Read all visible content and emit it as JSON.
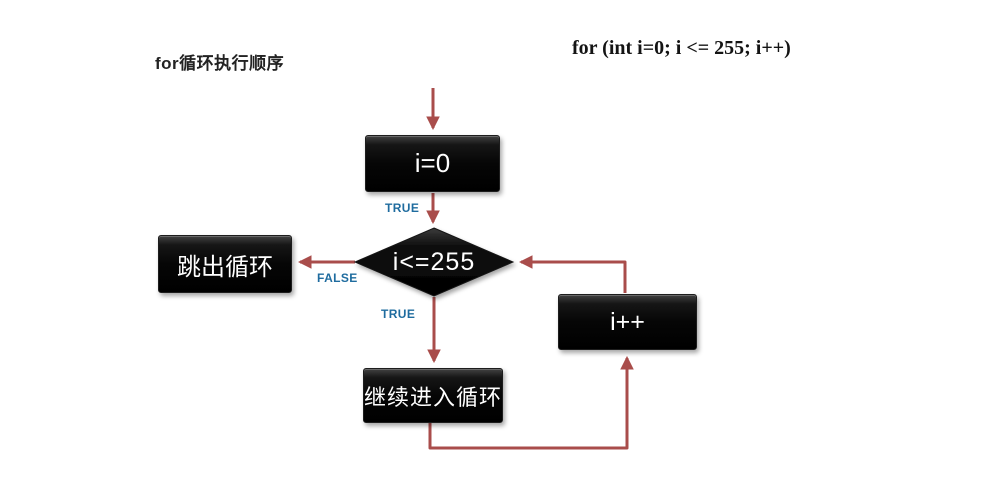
{
  "header": {
    "title": "for循环执行顺序",
    "code": "for (int i=0; i <= 255; i++)"
  },
  "flowchart": {
    "nodes": {
      "init": {
        "label": "i=0",
        "shape": "rect"
      },
      "condition": {
        "label": "i<=255",
        "shape": "diamond"
      },
      "break_loop": {
        "label": "跳出循环",
        "shape": "rect"
      },
      "continue_loop": {
        "label": "继续进入循环",
        "shape": "rect"
      },
      "increment": {
        "label": "i++",
        "shape": "rect"
      }
    },
    "edge_labels": {
      "true_top": "TRUE",
      "false_left": "FALSE",
      "true_bottom": "TRUE"
    },
    "colors": {
      "arrow": "#a94d4b",
      "edge_label": "#1f6c9f",
      "node_fill": "#000000",
      "node_text": "#ffffff",
      "background": "#ffffff"
    }
  }
}
